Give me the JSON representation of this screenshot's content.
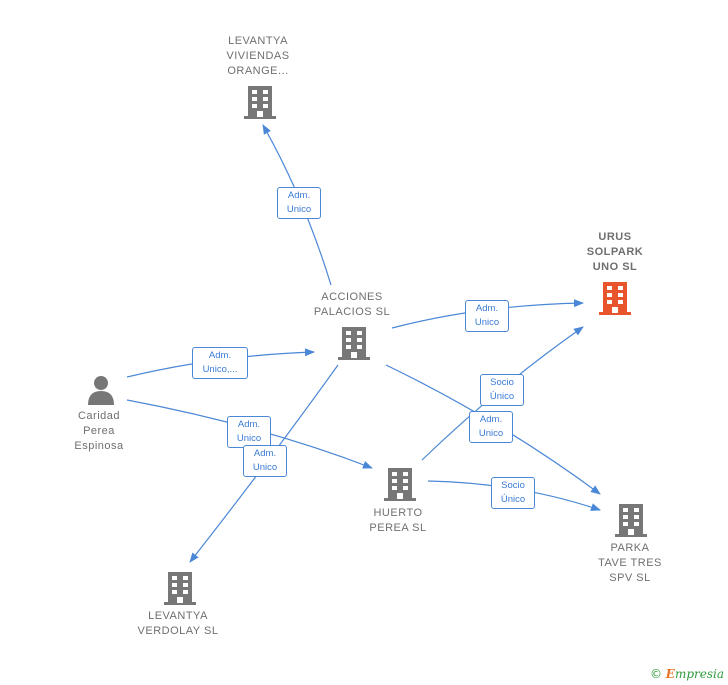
{
  "nodes": {
    "levantya_viviendas": {
      "name": "LEVANTYA\nVIVIENDAS\nORANGE...",
      "icon": "building-icon",
      "color": "#777777"
    },
    "urus_solpark": {
      "name": "URUS\nSOLPARK\nUNO  SL",
      "icon": "building-icon",
      "color": "#e8552d"
    },
    "acciones_palacios": {
      "name": "ACCIONES\nPALACIOS  SL",
      "icon": "building-icon",
      "color": "#777777"
    },
    "caridad_perea": {
      "name": "Caridad\nPerea\nEspinosa",
      "icon": "person-icon",
      "color": "#777777"
    },
    "huerto_perea": {
      "name": "HUERTO\nPEREA SL",
      "icon": "building-icon",
      "color": "#777777"
    },
    "parka_tave": {
      "name": "PARKA\nTAVE TRES\nSPV  SL",
      "icon": "building-icon",
      "color": "#777777"
    },
    "levantya_verdolay": {
      "name": "LEVANTYA\nVERDOLAY  SL",
      "icon": "building-icon",
      "color": "#777777"
    }
  },
  "edges": [
    {
      "id": "e1",
      "label": "Adm.\nUnico"
    },
    {
      "id": "e2",
      "label": "Adm.\nUnico"
    },
    {
      "id": "e3",
      "label": "Adm.\nUnico,..."
    },
    {
      "id": "e4",
      "label": "Adm.\nUnico"
    },
    {
      "id": "e5",
      "label": "Adm.\nUnico"
    },
    {
      "id": "e6",
      "label": "Socio\nÚnico"
    },
    {
      "id": "e7",
      "label": "Adm.\nUnico"
    },
    {
      "id": "e8",
      "label": "Socio\nÚnico"
    }
  ],
  "colors": {
    "edge": "#4a87d6",
    "label_text": "#3a7bd5"
  },
  "brand": {
    "copyright": "©",
    "initial": "E",
    "rest": "mpresia"
  }
}
